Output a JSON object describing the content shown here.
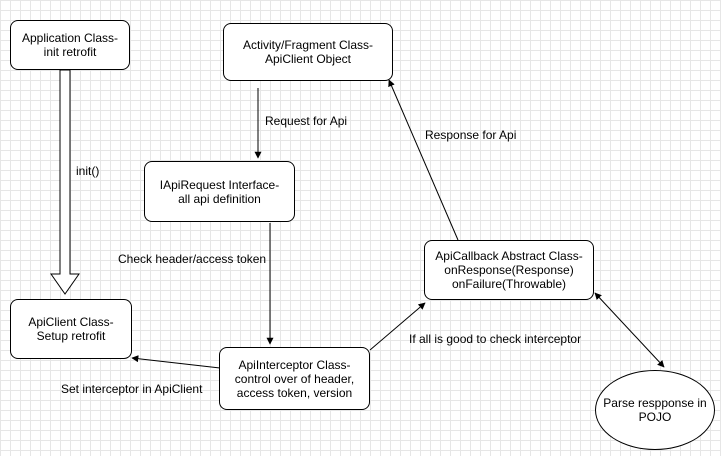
{
  "nodes": {
    "application": {
      "lines": [
        "Application Class-",
        "init retrofit"
      ]
    },
    "activity": {
      "lines": [
        "Activity/Fragment Class-",
        "ApiClient Object"
      ]
    },
    "iapirequest": {
      "lines": [
        "IApiRequest Interface-",
        "all api definition"
      ]
    },
    "apicallback": {
      "lines": [
        "ApiCallback Abstract Class-",
        "onResponse(Response)",
        "onFailure(Throwable)"
      ]
    },
    "apiclient": {
      "lines": [
        "ApiClient Class-",
        "Setup retrofit"
      ]
    },
    "apiinterceptor": {
      "lines": [
        "ApiInterceptor Class-",
        "control over of header,",
        "access token, version"
      ]
    },
    "pojo": {
      "lines": [
        "Parse respponse in",
        "POJO"
      ]
    }
  },
  "edges": {
    "init": "init()",
    "request": "Request for Api",
    "response": "Response for Api",
    "check_header": "Check header/access token",
    "set_interceptor": "Set interceptor in ApiClient",
    "if_good": "If all is good to check interceptor"
  }
}
